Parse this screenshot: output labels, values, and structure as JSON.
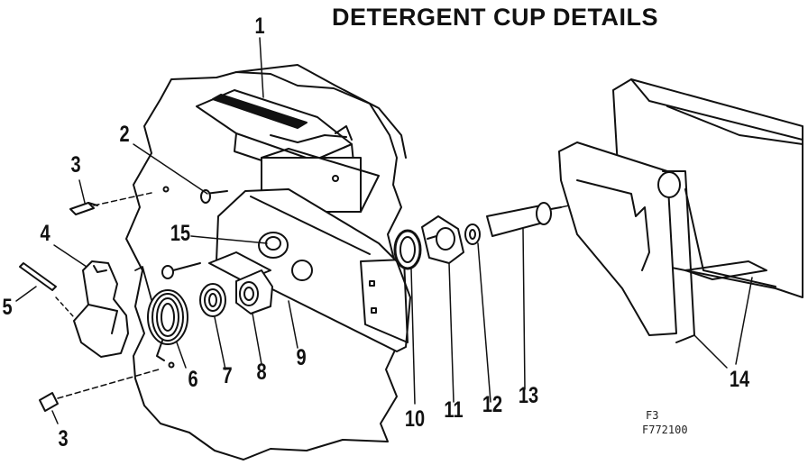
{
  "title": "DETERGENT CUP DETAILS",
  "callouts": [
    {
      "id": "c1",
      "text": "1"
    },
    {
      "id": "c2",
      "text": "2"
    },
    {
      "id": "c3a",
      "text": "3"
    },
    {
      "id": "c3b",
      "text": "3"
    },
    {
      "id": "c4",
      "text": "4"
    },
    {
      "id": "c5",
      "text": "5"
    },
    {
      "id": "c6",
      "text": "6"
    },
    {
      "id": "c7",
      "text": "7"
    },
    {
      "id": "c8",
      "text": "8"
    },
    {
      "id": "c9",
      "text": "9"
    },
    {
      "id": "c10",
      "text": "10"
    },
    {
      "id": "c11",
      "text": "11"
    },
    {
      "id": "c12",
      "text": "12"
    },
    {
      "id": "c13",
      "text": "13"
    },
    {
      "id": "c14",
      "text": "14"
    },
    {
      "id": "c15",
      "text": "15"
    }
  ],
  "figure_ref": "F3",
  "part_ref": "F772100"
}
